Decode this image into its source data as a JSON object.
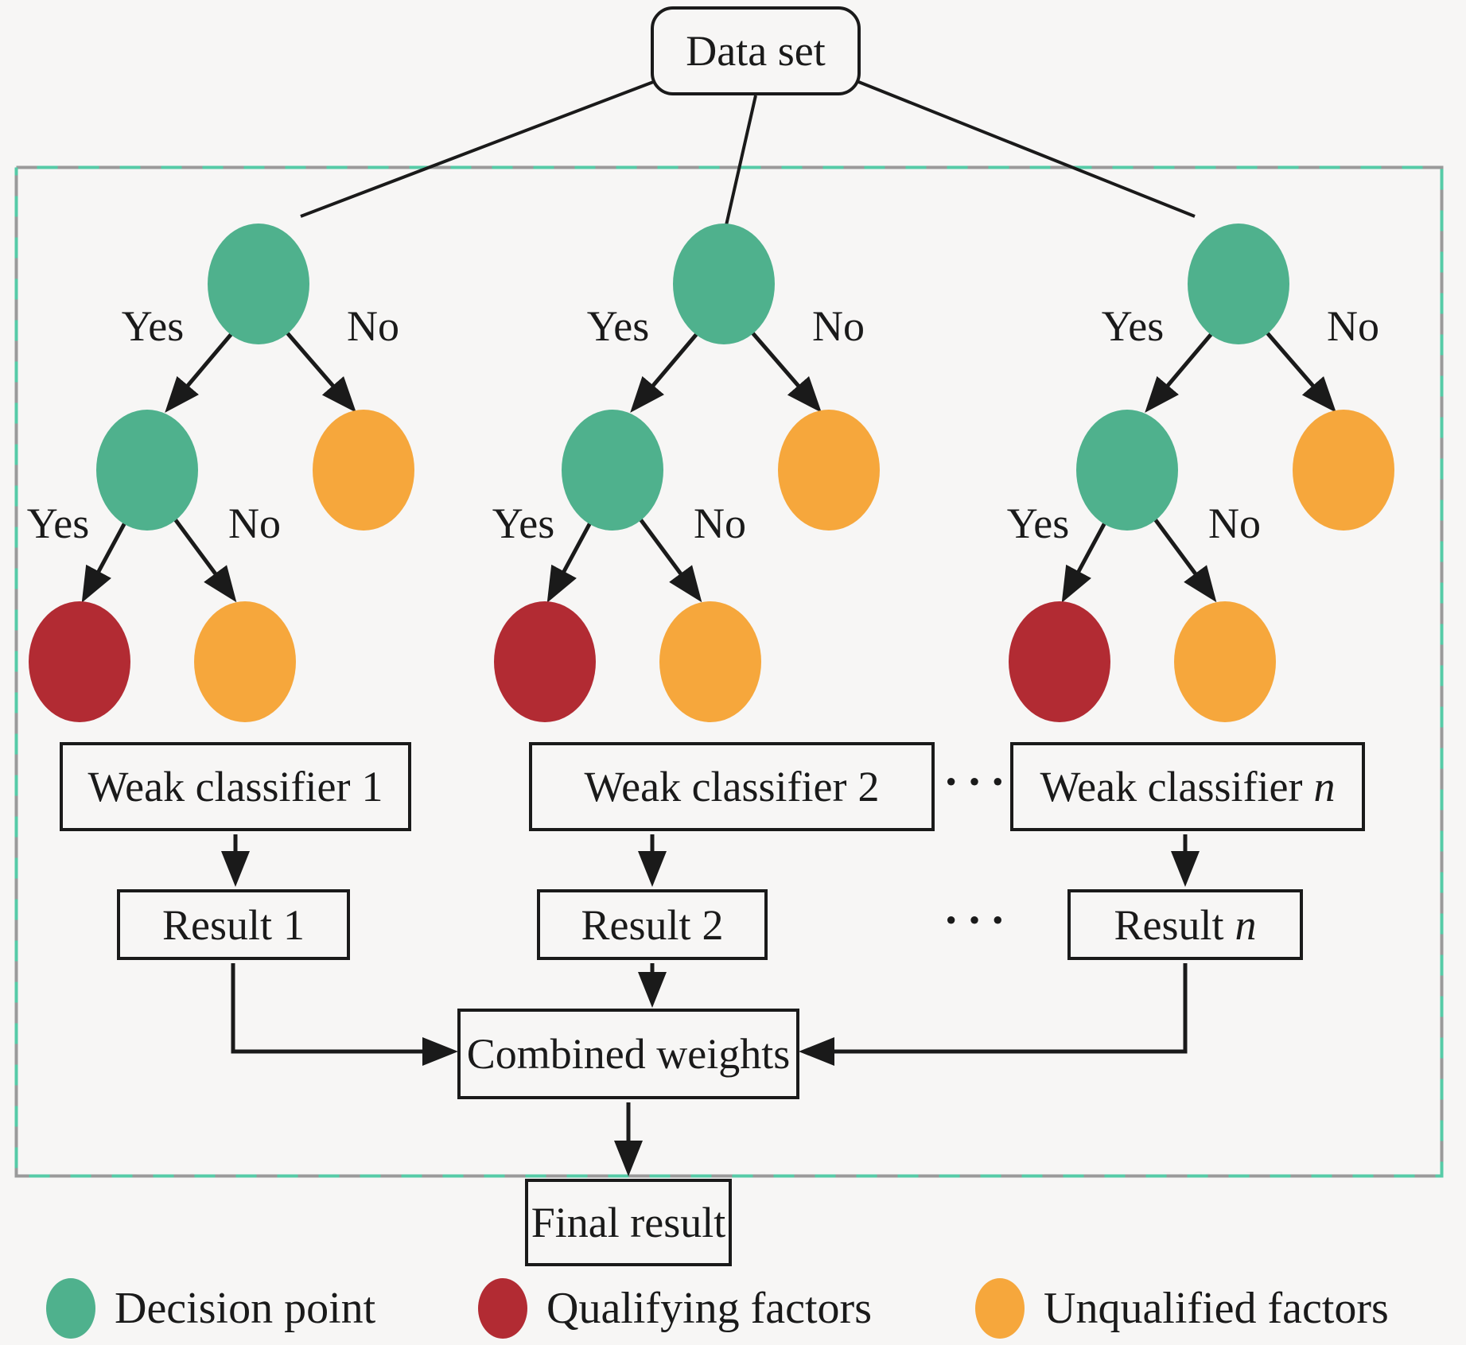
{
  "title_box": {
    "label": "Data set"
  },
  "branch_labels": {
    "yes": "Yes",
    "no": "No"
  },
  "classifier_row": {
    "dots": "···",
    "items": [
      {
        "label": "Weak classifier",
        "num": "1"
      },
      {
        "label": "Weak classifier",
        "num": "2"
      },
      {
        "label": "Weak classifier",
        "num": "n"
      }
    ]
  },
  "result_row": {
    "dots": "···",
    "items": [
      {
        "label": "Result",
        "num": "1"
      },
      {
        "label": "Result",
        "num": "2"
      },
      {
        "label": "Result",
        "num": "n"
      }
    ]
  },
  "combined_box": {
    "label": "Combined weights"
  },
  "final_box": {
    "label": "Final result"
  },
  "legend": {
    "items": [
      {
        "label": "Decision point",
        "color": "#4FB18D"
      },
      {
        "label": "Qualifying factors",
        "color": "#B22B33"
      },
      {
        "label": "Unqualified factors",
        "color": "#F6A73C"
      }
    ]
  },
  "colors": {
    "decision_point": "#4FB18D",
    "qualifying": "#B22B33",
    "unqualified": "#F6A73C",
    "outline": "#1A1A1A",
    "dash_teal": "#56CBA7",
    "dash_gray": "#9A9A9A",
    "background": "#F7F6F5"
  }
}
